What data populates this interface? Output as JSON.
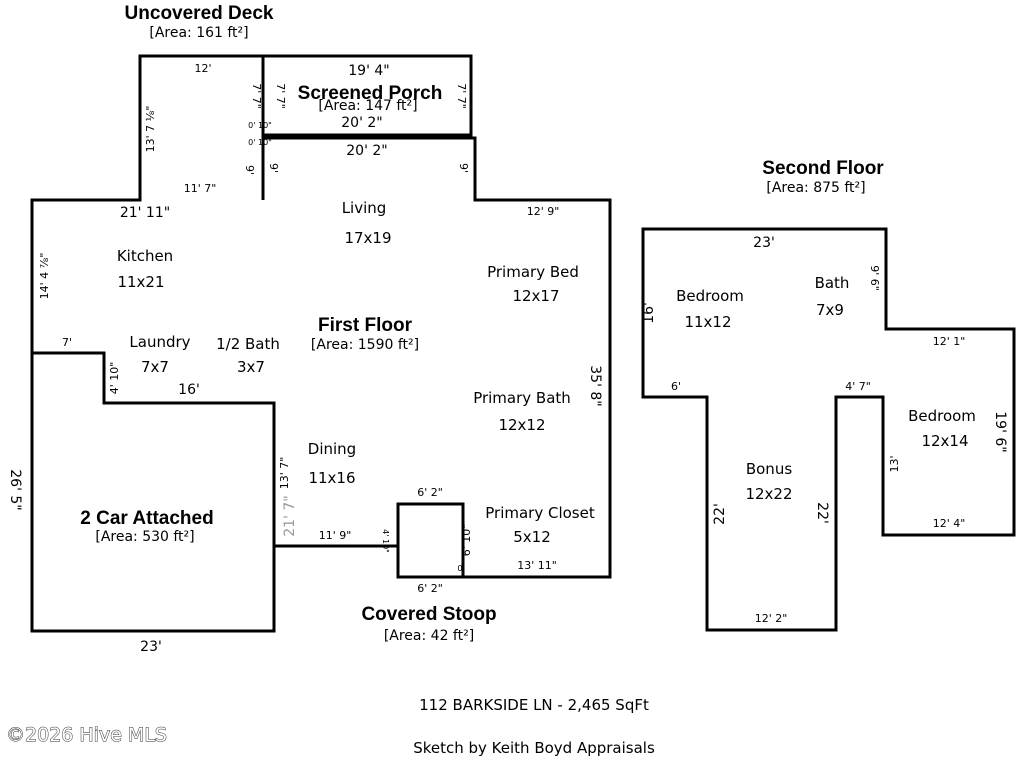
{
  "areas": {
    "uncovered_deck": {
      "title": "Uncovered Deck",
      "area": "[Area: 161 ft²]"
    },
    "screened_porch": {
      "title": "Screened Porch",
      "area": "[Area: 147 ft²]"
    },
    "first_floor": {
      "title": "First Floor",
      "area": "[Area: 1590 ft²]"
    },
    "second_floor": {
      "title": "Second Floor",
      "area": "[Area: 875 ft²]"
    },
    "car_attached": {
      "title": "2 Car Attached",
      "area": "[Area: 530 ft²]"
    },
    "covered_stoop": {
      "title": "Covered Stoop",
      "area": "[Area: 42 ft²]"
    }
  },
  "rooms": {
    "living": {
      "name": "Living",
      "size": "17x19"
    },
    "kitchen": {
      "name": "Kitchen",
      "size": "11x21"
    },
    "primary_bed": {
      "name": "Primary Bed",
      "size": "12x17"
    },
    "laundry": {
      "name": "Laundry",
      "size": "7x7"
    },
    "half_bath": {
      "name": "1/2 Bath",
      "size": "3x7"
    },
    "primary_bath": {
      "name": "Primary Bath",
      "size": "12x12"
    },
    "dining": {
      "name": "Dining",
      "size": "11x16"
    },
    "primary_closet": {
      "name": "Primary Closet",
      "size": "5x12"
    },
    "bedroom_left": {
      "name": "Bedroom",
      "size": "11x12"
    },
    "bath_2": {
      "name": "Bath",
      "size": "7x9"
    },
    "bedroom_right": {
      "name": "Bedroom",
      "size": "12x14"
    },
    "bonus": {
      "name": "Bonus",
      "size": "12x22"
    }
  },
  "dimensions": {
    "deck_top": "12'",
    "porch_top": "19' 4\"",
    "porch_left": "7' 7\"",
    "deck_inner": "7' 7\"",
    "porch_right": "7' 7\"",
    "deck_left": "13' 7 ⅛\"",
    "porch_bottom_inner": "20' 2\"",
    "porch_bottom": "20' 2\"",
    "small_a": "0' 10\"",
    "small_b": "0' 10\"",
    "deck_stub": "9'",
    "living_stub_l": "9'",
    "living_stub_r": "9'",
    "deck_bottom": "11' 7\"",
    "house_top_left": "21' 11\"",
    "house_top_right": "12' 9\"",
    "kitchen_left": "14' 4 ⅞\"",
    "laundry_top": "7'",
    "laundry_left": "4' 10\"",
    "laundry_bottom": "16'",
    "house_right": "35' 8\"",
    "garage_left": "26' 5\"",
    "dining_left_gray": "21' 7\"",
    "dining_left": "13' 7\"",
    "dining_bottom": "11' 9\"",
    "stoop_left": "4' 10\"",
    "stoop_top": "6' 2\"",
    "stoop_right": "6' 10\"",
    "closet_bottom": "13' 11\"",
    "stoop_bottom": "6' 2\"",
    "stoop_zero": "0'",
    "garage_bottom": "23'",
    "sf_top": "23'",
    "sf_left": "16'",
    "sf_bath_right": "9' 6\"",
    "sf_right_top": "12' 1\"",
    "sf_notch_left": "6'",
    "sf_notch_right": "4' 7\"",
    "sf_bed_right": "19' 6\"",
    "sf_bed_left": "13'",
    "sf_bed_bottom": "12' 4\"",
    "sf_bonus_left": "22'",
    "sf_bonus_right": "22'",
    "sf_bonus_bottom": "12' 2\""
  },
  "footer": {
    "address": "112 BARKSIDE LN - 2,465 SqFt",
    "credit": "Sketch by Keith Boyd Appraisals",
    "watermark": "©2026 Hive MLS"
  }
}
